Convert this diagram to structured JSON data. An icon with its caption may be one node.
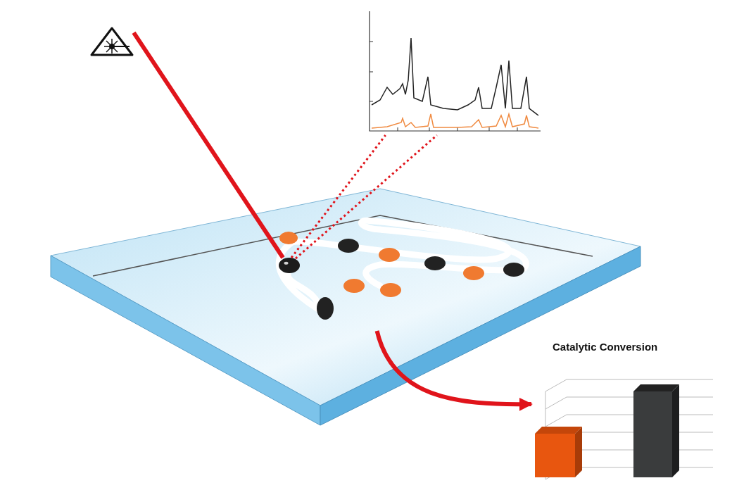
{
  "diagram": {
    "nodes": [
      {
        "text": [],
        "shape": "picture"
      },
      {
        "text": [],
        "shape": "picture"
      },
      {
        "text": [],
        "shape": "circle",
        "in": 1
      },
      {
        "text": [],
        "shape": "picture"
      },
      {
        "text": [
          "Catalytic Conversion"
        ]
      }
    ],
    "edges": [
      {
        "from": 0,
        "to": 2,
        "arrow": "none",
        "style": "thick"
      },
      {
        "from": 2,
        "to": 3,
        "arrow": "none",
        "style": "dashed"
      },
      {
        "from": 2,
        "to": 3,
        "arrow": "none",
        "style": "dashed"
      },
      {
        "from": 1,
        "to": 4,
        "arrow": "to",
        "style": "thick"
      }
    ]
  }
}
